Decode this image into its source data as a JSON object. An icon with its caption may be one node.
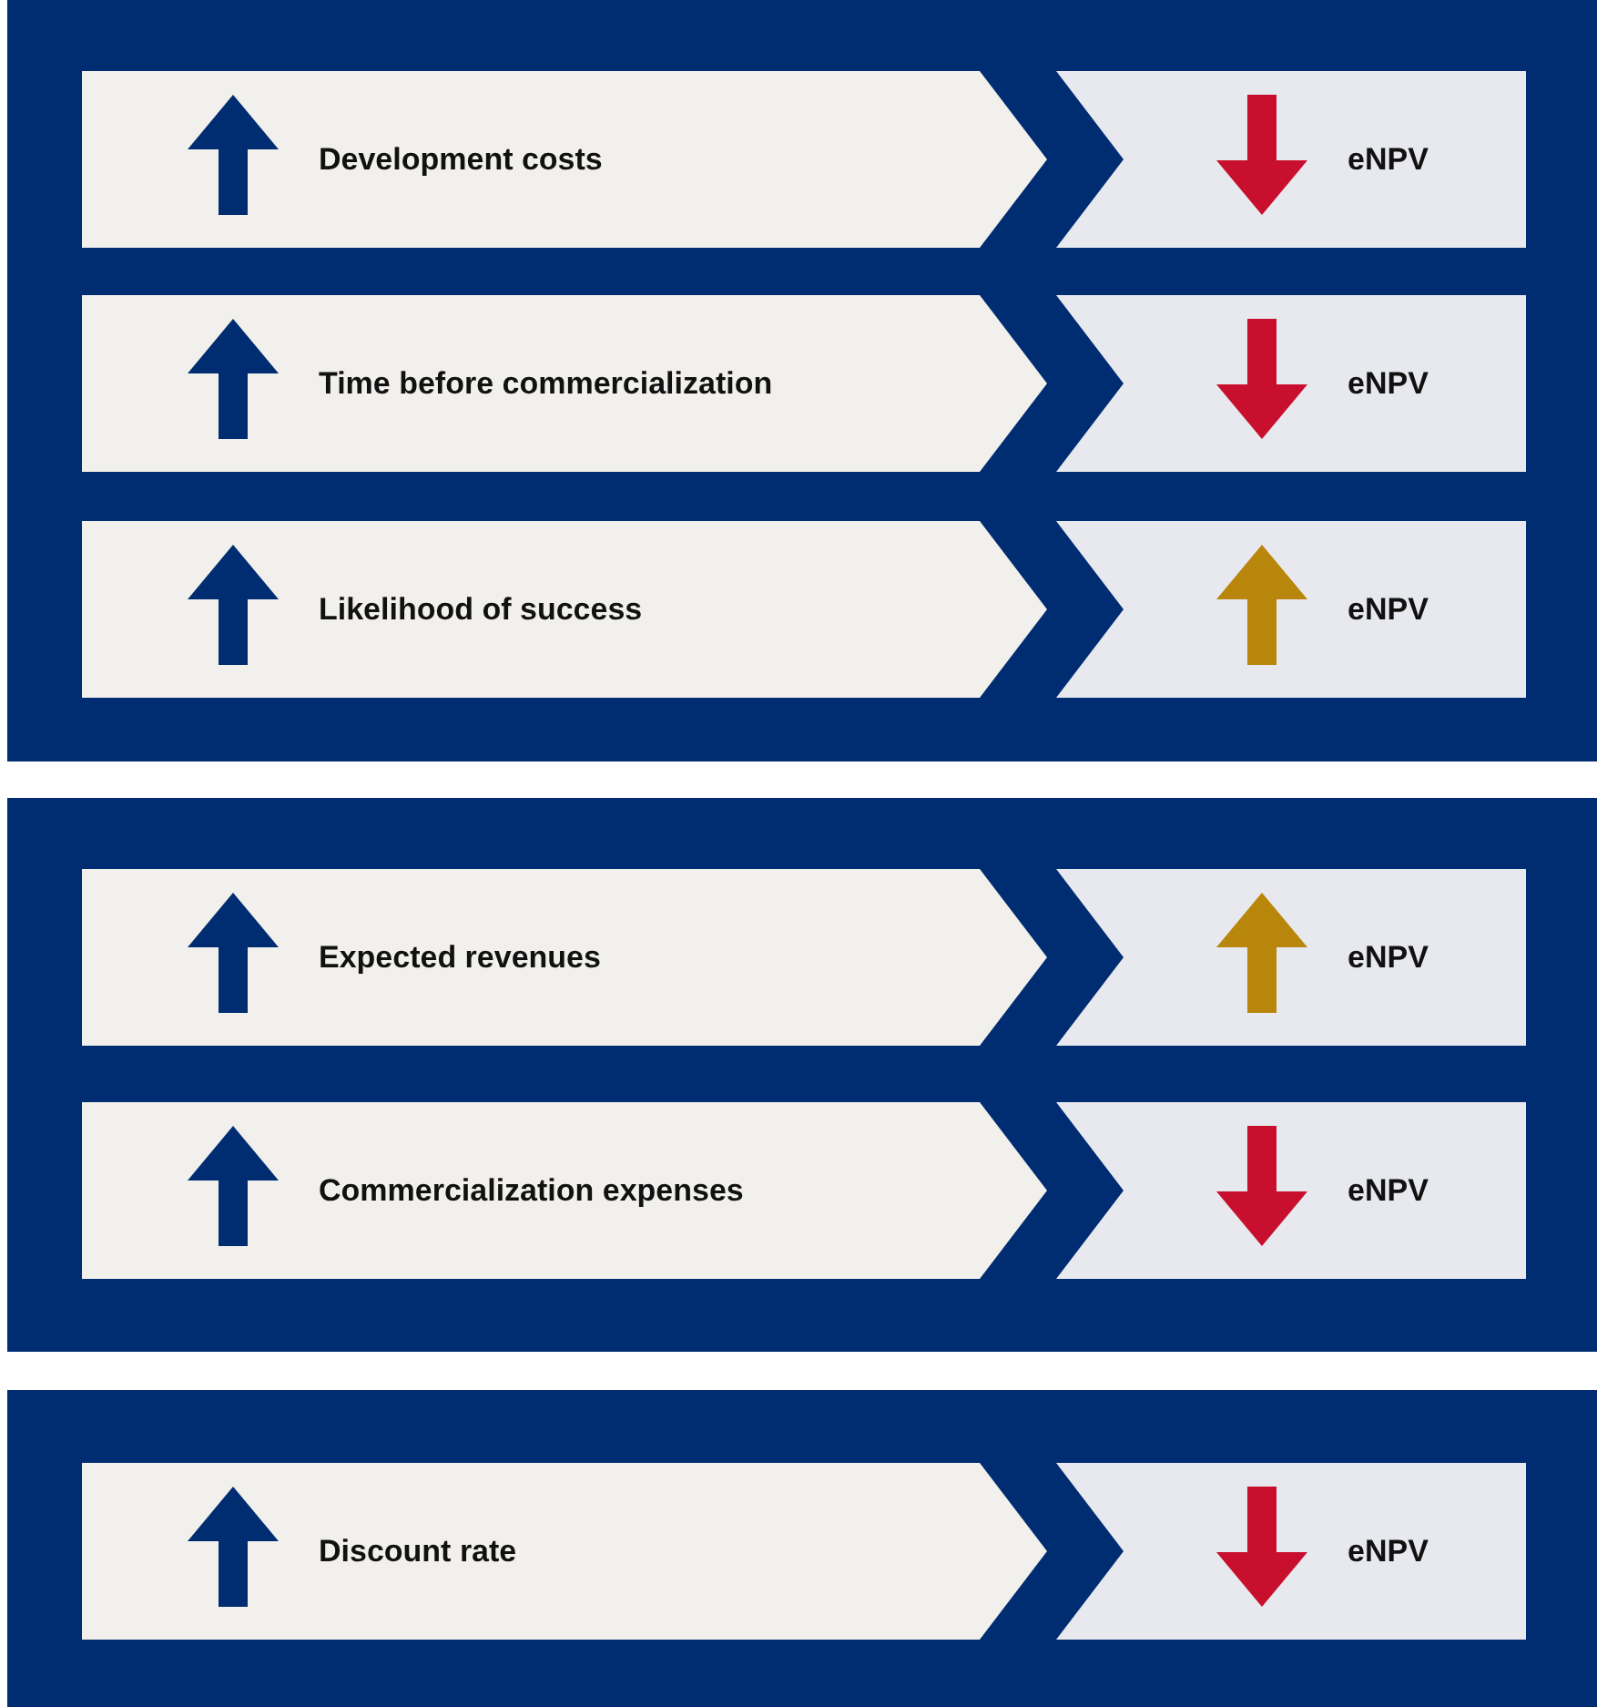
{
  "diagram": {
    "nodes": [
      {
        "text": [],
        "shape": "box"
      },
      {
        "text": [
          "Development costs"
        ],
        "in": 0
      },
      {
        "text": [],
        "shape": "up-arrow",
        "in": 1
      },
      {
        "text": [
          "eNPV"
        ],
        "in": 0
      },
      {
        "text": [],
        "shape": "down-arrow",
        "in": 3
      },
      {
        "text": [
          "Time before commercialization"
        ],
        "in": 0
      },
      {
        "text": [],
        "shape": "up-arrow",
        "in": 5
      },
      {
        "text": [
          "eNPV"
        ],
        "in": 0
      },
      {
        "text": [],
        "shape": "down-arrow",
        "in": 7
      },
      {
        "text": [
          "Likelihood of success"
        ],
        "in": 0
      },
      {
        "text": [],
        "shape": "up-arrow",
        "in": 9
      },
      {
        "text": [
          "eNPV"
        ],
        "in": 0
      },
      {
        "text": [],
        "shape": "up-arrow",
        "in": 11
      },
      {
        "text": [],
        "shape": "box"
      },
      {
        "text": [
          "Expected revenues"
        ],
        "in": 13
      },
      {
        "text": [],
        "shape": "up-arrow",
        "in": 14
      },
      {
        "text": [
          "eNPV"
        ],
        "in": 13
      },
      {
        "text": [],
        "shape": "up-arrow",
        "in": 16
      },
      {
        "text": [
          "Commercialization expenses"
        ],
        "in": 13
      },
      {
        "text": [],
        "shape": "up-arrow",
        "in": 18
      },
      {
        "text": [
          "eNPV"
        ],
        "in": 13
      },
      {
        "text": [],
        "shape": "down-arrow",
        "in": 20
      },
      {
        "text": [],
        "shape": "box"
      },
      {
        "text": [
          "Discount rate"
        ],
        "in": 22
      },
      {
        "text": [],
        "shape": "up-arrow",
        "in": 23
      },
      {
        "text": [
          "eNPV"
        ],
        "in": 22
      },
      {
        "text": [],
        "shape": "down-arrow",
        "in": 25
      }
    ]
  }
}
